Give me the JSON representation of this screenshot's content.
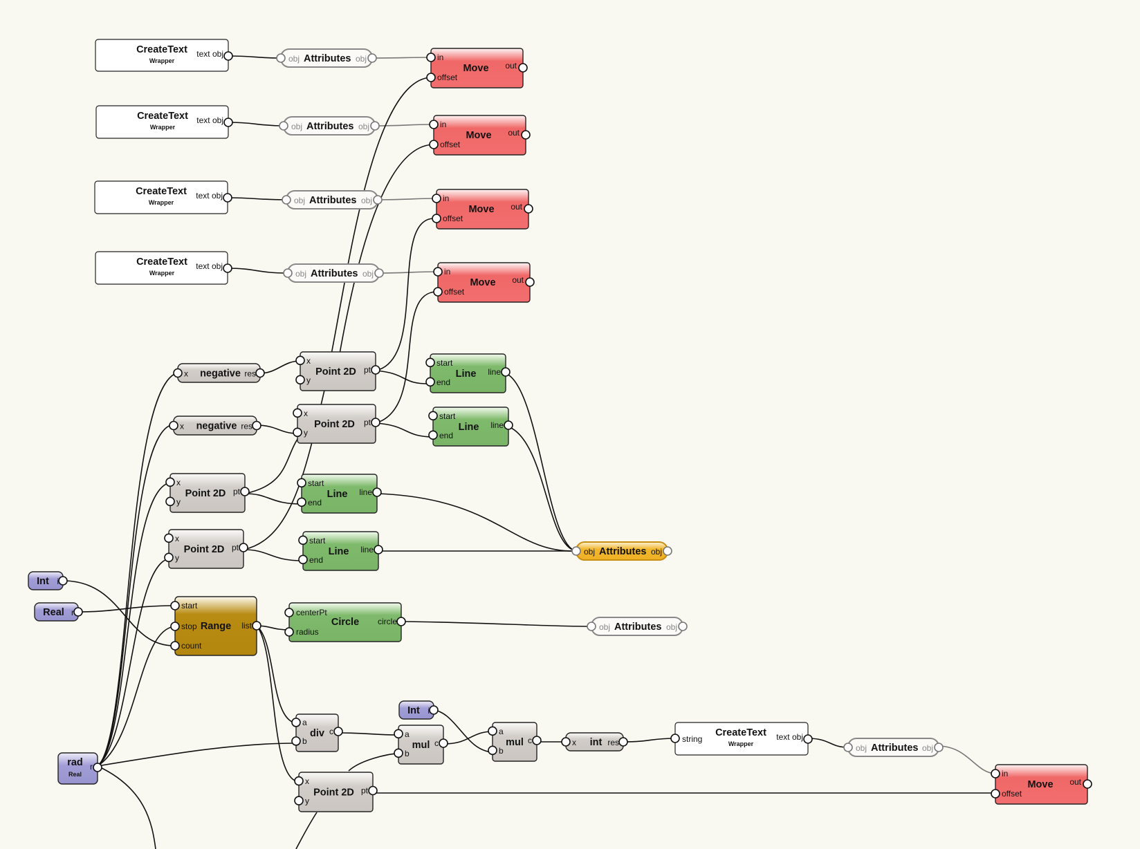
{
  "nodes": {
    "wrap1": {
      "title": "CreateText",
      "sub": "Wrapper",
      "out": "text obj"
    },
    "wrap2": {
      "title": "CreateText",
      "sub": "Wrapper",
      "out": "text obj"
    },
    "wrap3": {
      "title": "CreateText",
      "sub": "Wrapper",
      "out": "text obj"
    },
    "wrap4": {
      "title": "CreateText",
      "sub": "Wrapper",
      "out": "text obj"
    },
    "wrap5": {
      "title": "CreateText",
      "sub": "Wrapper",
      "in": "string",
      "out": "text obj"
    },
    "attr1": {
      "title": "Attributes",
      "in": "obj",
      "out": "obj"
    },
    "attr2": {
      "title": "Attributes",
      "in": "obj",
      "out": "obj"
    },
    "attr3": {
      "title": "Attributes",
      "in": "obj",
      "out": "obj"
    },
    "attr4": {
      "title": "Attributes",
      "in": "obj",
      "out": "obj"
    },
    "attr5": {
      "title": "Attributes",
      "in": "obj",
      "out": "obj"
    },
    "attr6": {
      "title": "Attributes",
      "in": "obj",
      "out": "obj"
    },
    "attr7": {
      "title": "Attributes",
      "in": "obj",
      "out": "obj"
    },
    "move1": {
      "title": "Move",
      "in1": "in",
      "in2": "offset",
      "out": "out"
    },
    "move2": {
      "title": "Move",
      "in1": "in",
      "in2": "offset",
      "out": "out"
    },
    "move3": {
      "title": "Move",
      "in1": "in",
      "in2": "offset",
      "out": "out"
    },
    "move4": {
      "title": "Move",
      "in1": "in",
      "in2": "offset",
      "out": "out"
    },
    "move5": {
      "title": "Move",
      "in1": "in",
      "in2": "offset",
      "out": "out"
    },
    "neg1": {
      "title": "negative",
      "in": "x",
      "out": "res"
    },
    "neg2": {
      "title": "negative",
      "in": "x",
      "out": "res"
    },
    "pt1": {
      "title": "Point 2D",
      "in1": "x",
      "in2": "y",
      "out": "pt"
    },
    "pt2": {
      "title": "Point 2D",
      "in1": "x",
      "in2": "y",
      "out": "pt"
    },
    "pt3": {
      "title": "Point 2D",
      "in1": "x",
      "in2": "y",
      "out": "pt"
    },
    "pt4": {
      "title": "Point 2D",
      "in1": "x",
      "in2": "y",
      "out": "pt"
    },
    "pt5": {
      "title": "Point 2D",
      "in1": "x",
      "in2": "y",
      "out": "pt"
    },
    "line1": {
      "title": "Line",
      "in1": "start",
      "in2": "end",
      "out": "line"
    },
    "line2": {
      "title": "Line",
      "in1": "start",
      "in2": "end",
      "out": "line"
    },
    "line3": {
      "title": "Line",
      "in1": "start",
      "in2": "end",
      "out": "line"
    },
    "line4": {
      "title": "Line",
      "in1": "start",
      "in2": "end",
      "out": "line"
    },
    "int1": {
      "title": "Int",
      "out": "i"
    },
    "int2": {
      "title": "Int",
      "out": "i"
    },
    "real1": {
      "title": "Real",
      "out": "r"
    },
    "rad": {
      "title": "rad",
      "sub": "Real",
      "out": "r"
    },
    "range": {
      "title": "Range",
      "in1": "start",
      "in2": "stop",
      "in3": "count",
      "out": "list"
    },
    "circle": {
      "title": "Circle",
      "in1": "centerPt",
      "in2": "radius",
      "out": "circle"
    },
    "div": {
      "title": "div",
      "in1": "a",
      "in2": "b",
      "out": "c"
    },
    "mul1": {
      "title": "mul",
      "in1": "a",
      "in2": "b",
      "out": "c"
    },
    "mul2": {
      "title": "mul",
      "in1": "a",
      "in2": "b",
      "out": "c"
    },
    "intconv": {
      "title": "int",
      "in": "x",
      "out": "res"
    }
  },
  "colors": {
    "background": "#f9f8f1",
    "move": "#f06a6a",
    "line": "#7db86a",
    "gray": "#cdc8c3",
    "purple": "#9c98d2",
    "range": "#b68a0f",
    "attr_highlight": "#f0b429"
  }
}
